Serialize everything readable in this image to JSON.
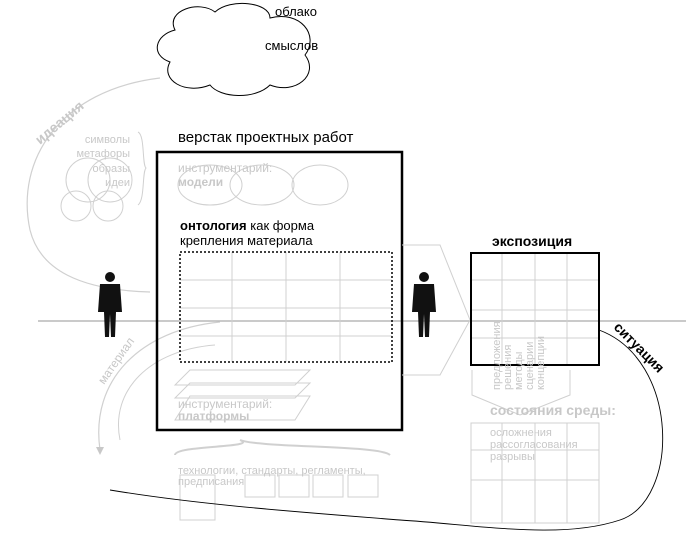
{
  "cloud": {
    "line1": "облако",
    "line2": "смыслов"
  },
  "ideation": "идеация",
  "imagery": [
    "символы",
    "метафоры",
    "образы",
    "идеи"
  ],
  "workbench": {
    "title": "верстак проектных работ",
    "models_line1": "инструментарий:",
    "models_line2": "модели",
    "ontology_bold": "онтология",
    "ontology_rest": " как форма",
    "ontology_line2": "крепления материала",
    "platforms_line1": "инструментарий:",
    "platforms_line2": "платформы"
  },
  "material": "материал",
  "technologies": {
    "line1": "технологии, стандарты, регламенты,",
    "line2": "предписания"
  },
  "exposition": {
    "title": "экспозиция",
    "items": [
      "предложения",
      "решения",
      "методы",
      "сценарии",
      "концепции"
    ]
  },
  "situation": "ситуация",
  "environment": {
    "title": "состояния среды:",
    "items": [
      "осложнения",
      "рассогласования",
      "разрывы"
    ]
  }
}
